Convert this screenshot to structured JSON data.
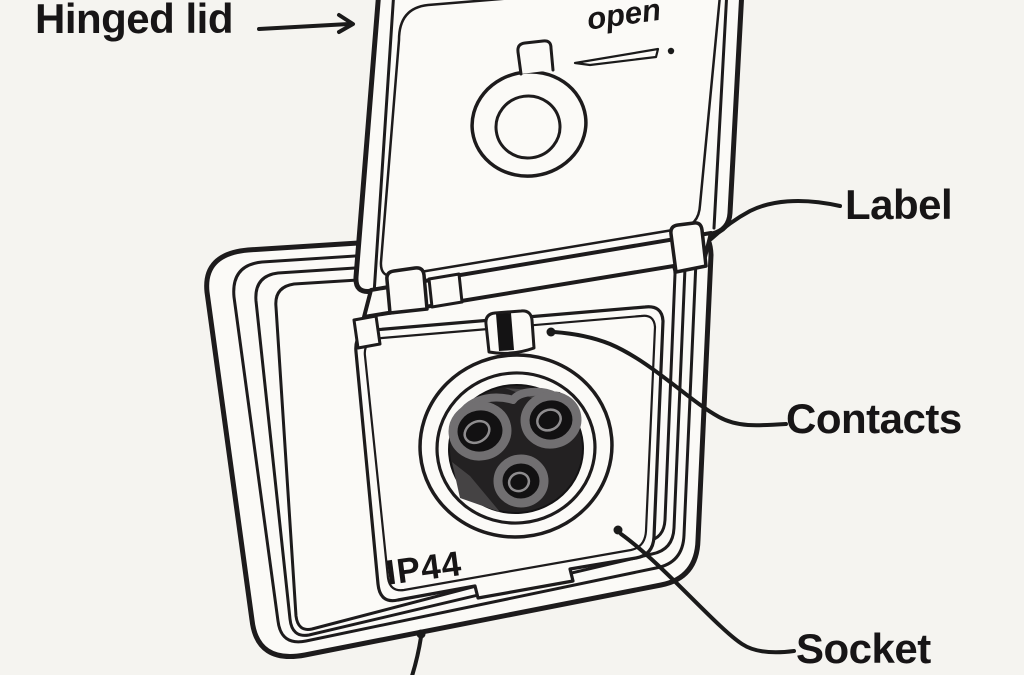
{
  "diagram": {
    "type": "technical-illustration",
    "subject": "weatherproof hinged-lid charging socket",
    "labels": {
      "hinged_lid": "Hinged lid",
      "label": "Label",
      "contacts": "Contacts",
      "socket": "Socket"
    },
    "markings": {
      "open": "open",
      "ip_rating": "IP44"
    },
    "colors": {
      "background": "#f5f4f0",
      "surface": "#fbfaf7",
      "line": "#1d1b1c",
      "socket_face": "#232122",
      "socket_facet": "#454344",
      "contact_ring": "#716f71",
      "contact_hole": "#121112",
      "contact_highlight": "#8f8d8f"
    }
  }
}
